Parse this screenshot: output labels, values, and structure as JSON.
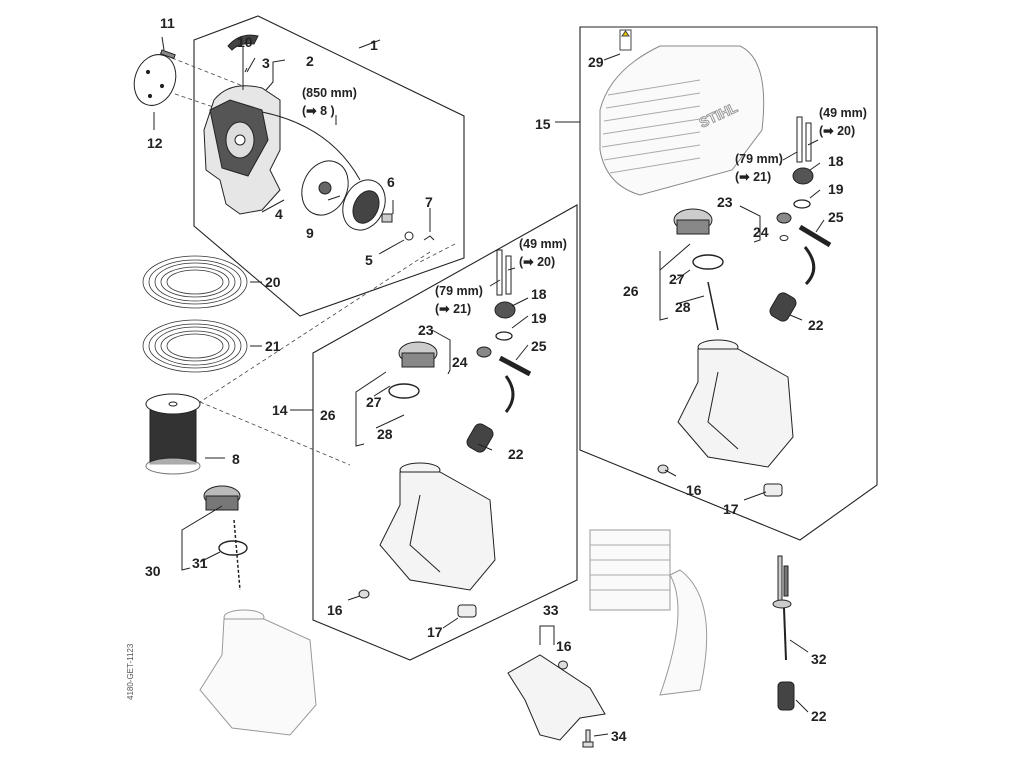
{
  "diagram": {
    "type": "exploded-parts-diagram",
    "brand_mark": "STIHL",
    "document_code": "4180-GET-1123",
    "groups": [
      {
        "id": "starter",
        "label": "1",
        "parts": [
          "2",
          "3",
          "4",
          "5",
          "6",
          "7",
          "9",
          "10"
        ]
      },
      {
        "id": "fuel-tank-a",
        "label": "14",
        "parts": [
          "16",
          "17",
          "18",
          "19",
          "22",
          "23",
          "24",
          "25",
          "26",
          "27",
          "28"
        ]
      },
      {
        "id": "fuel-tank-b",
        "label": "15",
        "parts": [
          "16",
          "17",
          "18",
          "19",
          "22",
          "23",
          "24",
          "25",
          "26",
          "27",
          "28",
          "29"
        ]
      }
    ],
    "labels": {
      "p1": "1",
      "p2": "2",
      "p3": "3",
      "p4": "4",
      "p5": "5",
      "p6": "6",
      "p7": "7",
      "p8_ref": "8",
      "p9": "9",
      "p10": "10",
      "p11": "11",
      "p12": "12",
      "p20": "20",
      "p21": "21",
      "p8": "8",
      "p14": "14",
      "p15": "15",
      "a16": "16",
      "a17": "17",
      "a18": "18",
      "a19": "19",
      "a22": "22",
      "a23": "23",
      "a24": "24",
      "a25": "25",
      "a26": "26",
      "a27": "27",
      "a28": "28",
      "b16": "16",
      "b17": "17",
      "b18": "18",
      "b19": "19",
      "b22": "22",
      "b23": "23",
      "b24": "24",
      "b25": "25",
      "b26": "26",
      "b27": "27",
      "b28": "28",
      "b29": "29",
      "p30": "30",
      "p31": "31",
      "p32": "32",
      "p22": "22",
      "p33": "33",
      "p16c": "16",
      "p34": "34"
    },
    "notes": {
      "rope_length": "(850 mm)",
      "rope_ref": "(➡ 8 )",
      "a_hose_long": "(79 mm)",
      "a_hose_long_ref": "(➡ 21)",
      "a_hose_short": "(49 mm)",
      "a_hose_short_ref": "(➡ 20)",
      "b_hose_long": "(79 mm)",
      "b_hose_long_ref": "(➡ 21)",
      "b_hose_short": "(49 mm)",
      "b_hose_short_ref": "(➡ 20)"
    }
  }
}
